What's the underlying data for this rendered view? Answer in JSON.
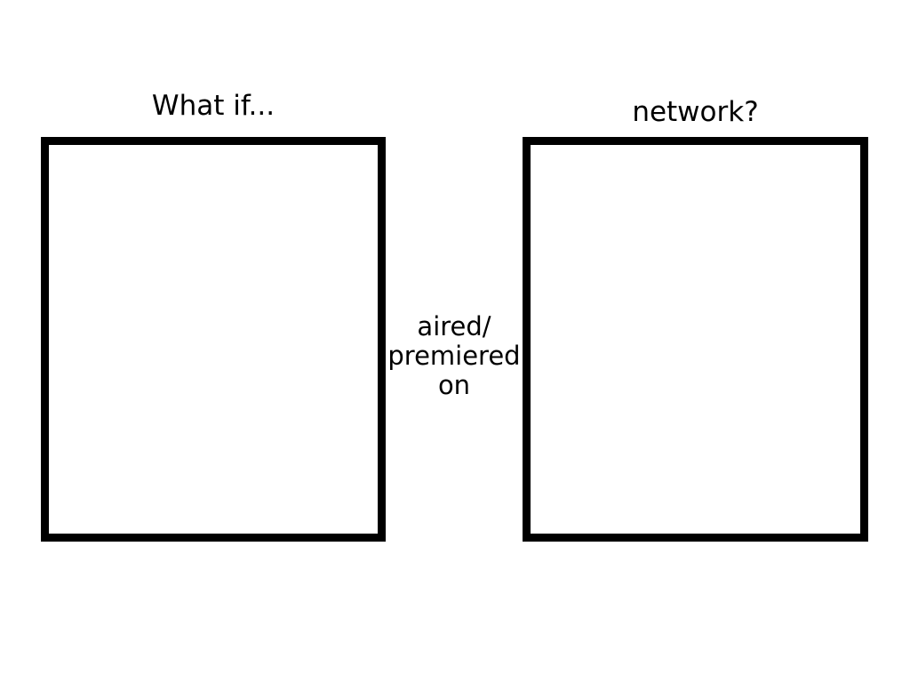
{
  "template": {
    "left_box_title": "What if...",
    "right_box_title": "network?",
    "connector": {
      "lines": [
        "aired/",
        "premiered",
        "on"
      ]
    }
  },
  "colors": {
    "background": "#ffffff",
    "border": "#000000",
    "text": "#000000"
  }
}
